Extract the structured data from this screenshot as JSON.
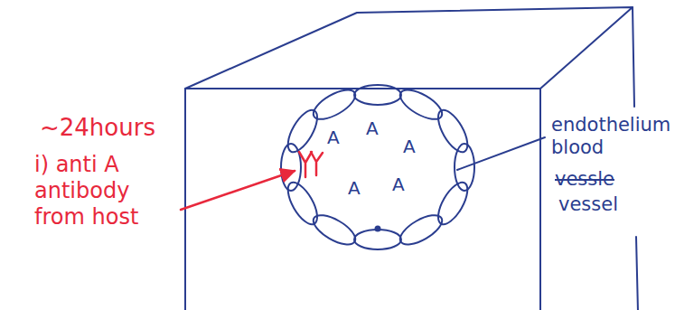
{
  "diagram": {
    "labels": [
      "~24hours",
      "i) anti A antibody from host",
      "A",
      "A",
      "A",
      "A",
      "A",
      "endothelium blood",
      "vessle",
      "vessel"
    ]
  }
}
